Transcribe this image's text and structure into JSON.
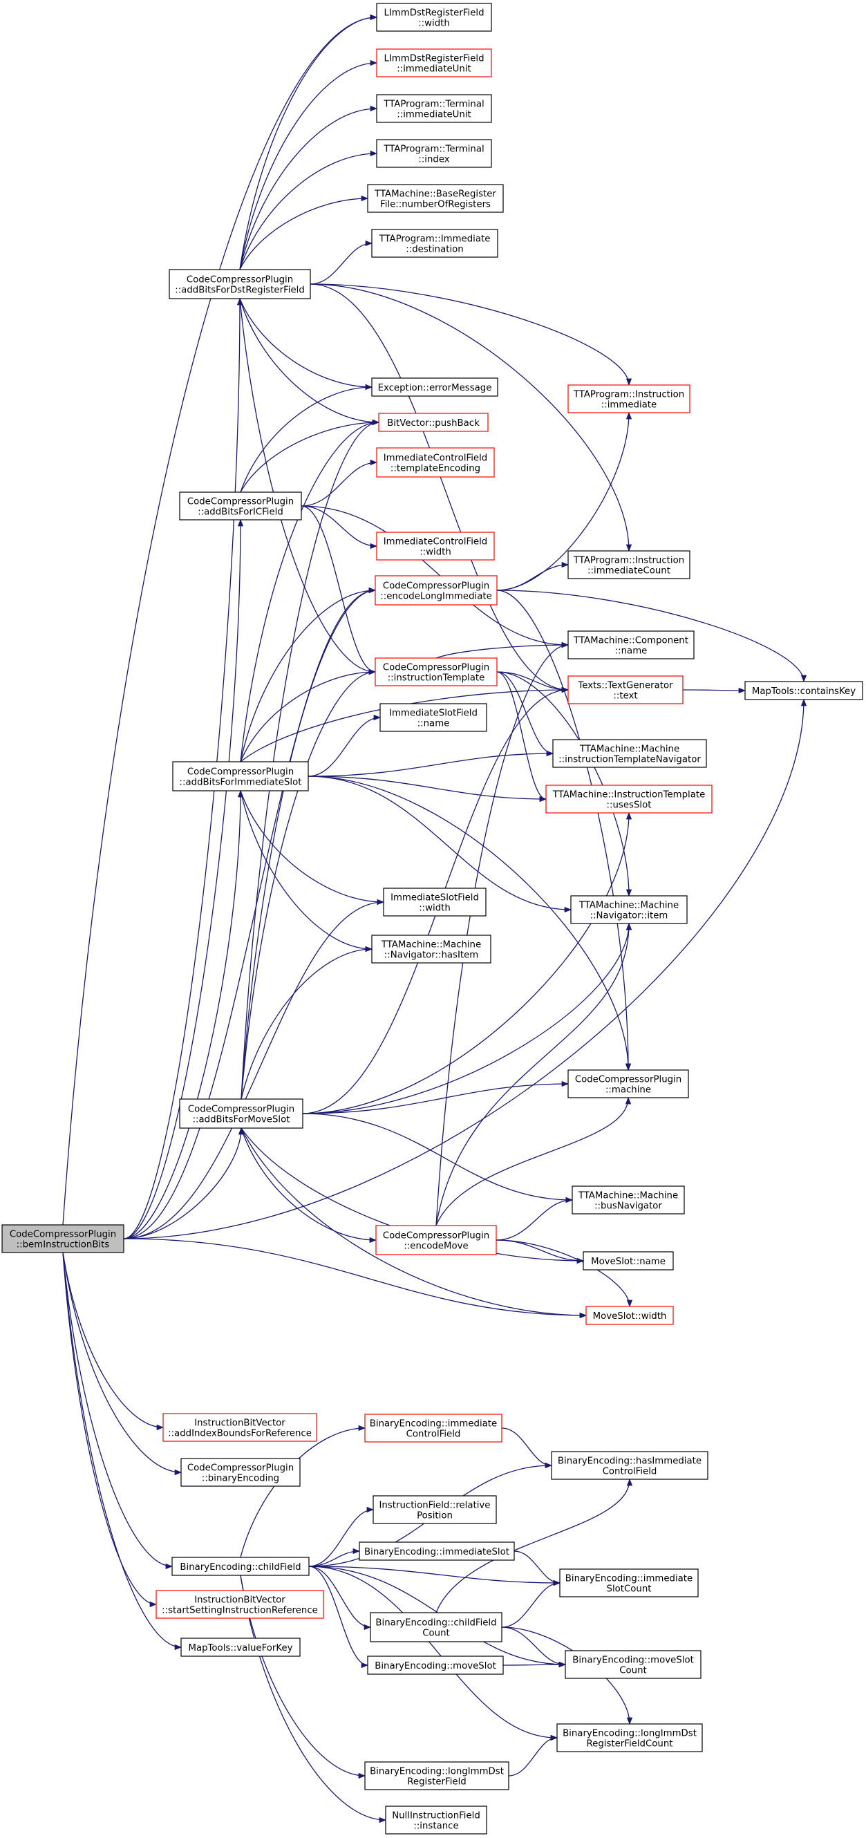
{
  "nodes": [
    {
      "id": "root",
      "lines": [
        "CodeCompressorPlugin",
        "::bemInstructionBits"
      ],
      "style": "root"
    },
    {
      "id": "dst",
      "lines": [
        "CodeCompressorPlugin",
        "::addBitsForDstRegisterField"
      ],
      "style": "black"
    },
    {
      "id": "ic",
      "lines": [
        "CodeCompressorPlugin",
        "::addBitsForICField"
      ],
      "style": "black"
    },
    {
      "id": "imm",
      "lines": [
        "CodeCompressorPlugin",
        "::addBitsForImmediateSlot"
      ],
      "style": "black"
    },
    {
      "id": "move",
      "lines": [
        "CodeCompressorPlugin",
        "::addBitsForMoveSlot"
      ],
      "style": "black"
    },
    {
      "id": "limmWidth",
      "lines": [
        "LImmDstRegisterField",
        "::width"
      ],
      "style": "black"
    },
    {
      "id": "limmUnit",
      "lines": [
        "LImmDstRegisterField",
        "::immediateUnit"
      ],
      "style": "red"
    },
    {
      "id": "termUnit",
      "lines": [
        "TTAProgram::Terminal",
        "::immediateUnit"
      ],
      "style": "black"
    },
    {
      "id": "termIndex",
      "lines": [
        "TTAProgram::Terminal",
        "::index"
      ],
      "style": "black"
    },
    {
      "id": "baseReg",
      "lines": [
        "TTAMachine::BaseRegister",
        "File::numberOfRegisters"
      ],
      "style": "black"
    },
    {
      "id": "immDest",
      "lines": [
        "TTAProgram::Immediate",
        "::destination"
      ],
      "style": "black"
    },
    {
      "id": "exc",
      "lines": [
        "Exception::errorMessage"
      ],
      "style": "black"
    },
    {
      "id": "push",
      "lines": [
        "BitVector::pushBack"
      ],
      "style": "red"
    },
    {
      "id": "icTemplate",
      "lines": [
        "ImmediateControlField",
        "::templateEncoding"
      ],
      "style": "red"
    },
    {
      "id": "icWidth",
      "lines": [
        "ImmediateControlField",
        "::width"
      ],
      "style": "red"
    },
    {
      "id": "encLong",
      "lines": [
        "CodeCompressorPlugin",
        "::encodeLongImmediate"
      ],
      "style": "red"
    },
    {
      "id": "instTpl",
      "lines": [
        "CodeCompressorPlugin",
        "::instructionTemplate"
      ],
      "style": "red"
    },
    {
      "id": "islName",
      "lines": [
        "ImmediateSlotField",
        "::name"
      ],
      "style": "black"
    },
    {
      "id": "islWidth",
      "lines": [
        "ImmediateSlotField",
        "::width"
      ],
      "style": "black"
    },
    {
      "id": "hasItem",
      "lines": [
        "TTAMachine::Machine",
        "::Navigator::hasItem"
      ],
      "style": "black"
    },
    {
      "id": "instImm",
      "lines": [
        "TTAProgram::Instruction",
        "::immediate"
      ],
      "style": "red"
    },
    {
      "id": "instImmCount",
      "lines": [
        "TTAProgram::Instruction",
        "::immediateCount"
      ],
      "style": "black"
    },
    {
      "id": "compName",
      "lines": [
        "TTAMachine::Component",
        "::name"
      ],
      "style": "black"
    },
    {
      "id": "texts",
      "lines": [
        "Texts::TextGenerator",
        "::text"
      ],
      "style": "red"
    },
    {
      "id": "itNav",
      "lines": [
        "TTAMachine::Machine",
        "::instructionTemplateNavigator"
      ],
      "style": "black"
    },
    {
      "id": "usesSlot",
      "lines": [
        "TTAMachine::InstructionTemplate",
        "::usesSlot"
      ],
      "style": "red"
    },
    {
      "id": "navItem",
      "lines": [
        "TTAMachine::Machine",
        "::Navigator::item"
      ],
      "style": "black"
    },
    {
      "id": "machine",
      "lines": [
        "CodeCompressorPlugin",
        "::machine"
      ],
      "style": "black"
    },
    {
      "id": "busNav",
      "lines": [
        "TTAMachine::Machine",
        "::busNavigator"
      ],
      "style": "black"
    },
    {
      "id": "encMove",
      "lines": [
        "CodeCompressorPlugin",
        "::encodeMove"
      ],
      "style": "red"
    },
    {
      "id": "msName",
      "lines": [
        "MoveSlot::name"
      ],
      "style": "black"
    },
    {
      "id": "msWidth",
      "lines": [
        "MoveSlot::width"
      ],
      "style": "red"
    },
    {
      "id": "containsKey",
      "lines": [
        "MapTools::containsKey"
      ],
      "style": "black"
    },
    {
      "id": "ibvAdd",
      "lines": [
        "InstructionBitVector",
        "::addIndexBoundsForReference"
      ],
      "style": "red"
    },
    {
      "id": "binEnc",
      "lines": [
        "CodeCompressorPlugin",
        "::binaryEncoding"
      ],
      "style": "black"
    },
    {
      "id": "childField",
      "lines": [
        "BinaryEncoding::childField"
      ],
      "style": "black"
    },
    {
      "id": "ibvStart",
      "lines": [
        "InstructionBitVector",
        "::startSettingInstructionReference"
      ],
      "style": "red"
    },
    {
      "id": "valueForKey",
      "lines": [
        "MapTools::valueForKey"
      ],
      "style": "black"
    },
    {
      "id": "beImmCF",
      "lines": [
        "BinaryEncoding::immediate",
        "ControlField"
      ],
      "style": "red"
    },
    {
      "id": "beHasImmCF",
      "lines": [
        "BinaryEncoding::hasImmediate",
        "ControlField"
      ],
      "style": "black"
    },
    {
      "id": "ifRelPos",
      "lines": [
        "InstructionField::relative",
        "Position"
      ],
      "style": "black"
    },
    {
      "id": "beImmSlot",
      "lines": [
        "BinaryEncoding::immediateSlot"
      ],
      "style": "black"
    },
    {
      "id": "beImmSlotCount",
      "lines": [
        "BinaryEncoding::immediate",
        "SlotCount"
      ],
      "style": "black"
    },
    {
      "id": "beChildCount",
      "lines": [
        "BinaryEncoding::childField",
        "Count"
      ],
      "style": "black"
    },
    {
      "id": "beMoveSlot",
      "lines": [
        "BinaryEncoding::moveSlot"
      ],
      "style": "black"
    },
    {
      "id": "beMoveSlotCount",
      "lines": [
        "BinaryEncoding::moveSlot",
        "Count"
      ],
      "style": "black"
    },
    {
      "id": "beLongCount",
      "lines": [
        "BinaryEncoding::longImmDst",
        "RegisterFieldCount"
      ],
      "style": "black"
    },
    {
      "id": "beLongField",
      "lines": [
        "BinaryEncoding::longImmDst",
        "RegisterField"
      ],
      "style": "black"
    },
    {
      "id": "nullInst",
      "lines": [
        "NullInstructionField",
        "::instance"
      ],
      "style": "black"
    }
  ]
}
